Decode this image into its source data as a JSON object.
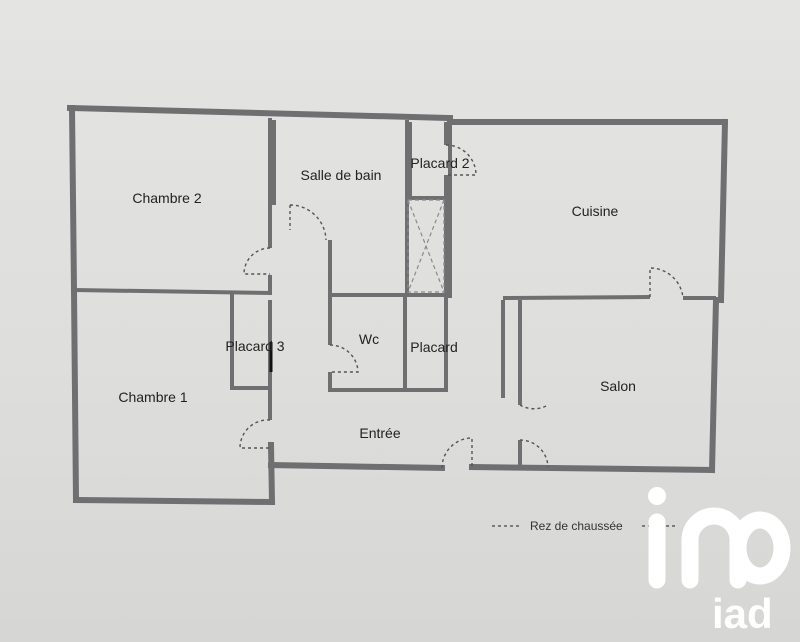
{
  "rooms": {
    "chambre2": "Chambre 2",
    "chambre1": "Chambre 1",
    "salle_de_bain": "Salle de bain",
    "placard2": "Placard 2",
    "placard3": "Placard 3",
    "wc": "Wc",
    "placard": "Placard",
    "cuisine": "Cuisine",
    "salon": "Salon",
    "entree": "Entrée"
  },
  "legend": {
    "label": "Rez de chaussée",
    "line_style": "dashed"
  },
  "logo": {
    "text": "iad",
    "color": "#ffffff"
  },
  "colors": {
    "wall": "#6f6f72",
    "background": "#e0e0de"
  }
}
